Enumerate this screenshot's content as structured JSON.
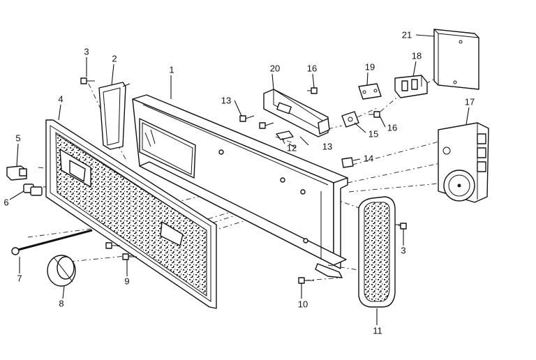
{
  "diagram": {
    "labels": {
      "p1": "1",
      "p2": "2",
      "p3a": "3",
      "p3b": "3",
      "p4": "4",
      "p5": "5",
      "p6": "6",
      "p7": "7",
      "p8": "8",
      "p9": "9",
      "p10": "10",
      "p11": "11",
      "p12": "12",
      "p13a": "13",
      "p13b": "13",
      "p14": "14",
      "p15": "15",
      "p16a": "16",
      "p16b": "16",
      "p17": "17",
      "p18": "18",
      "p19": "19",
      "p20": "20",
      "p21": "21"
    }
  }
}
